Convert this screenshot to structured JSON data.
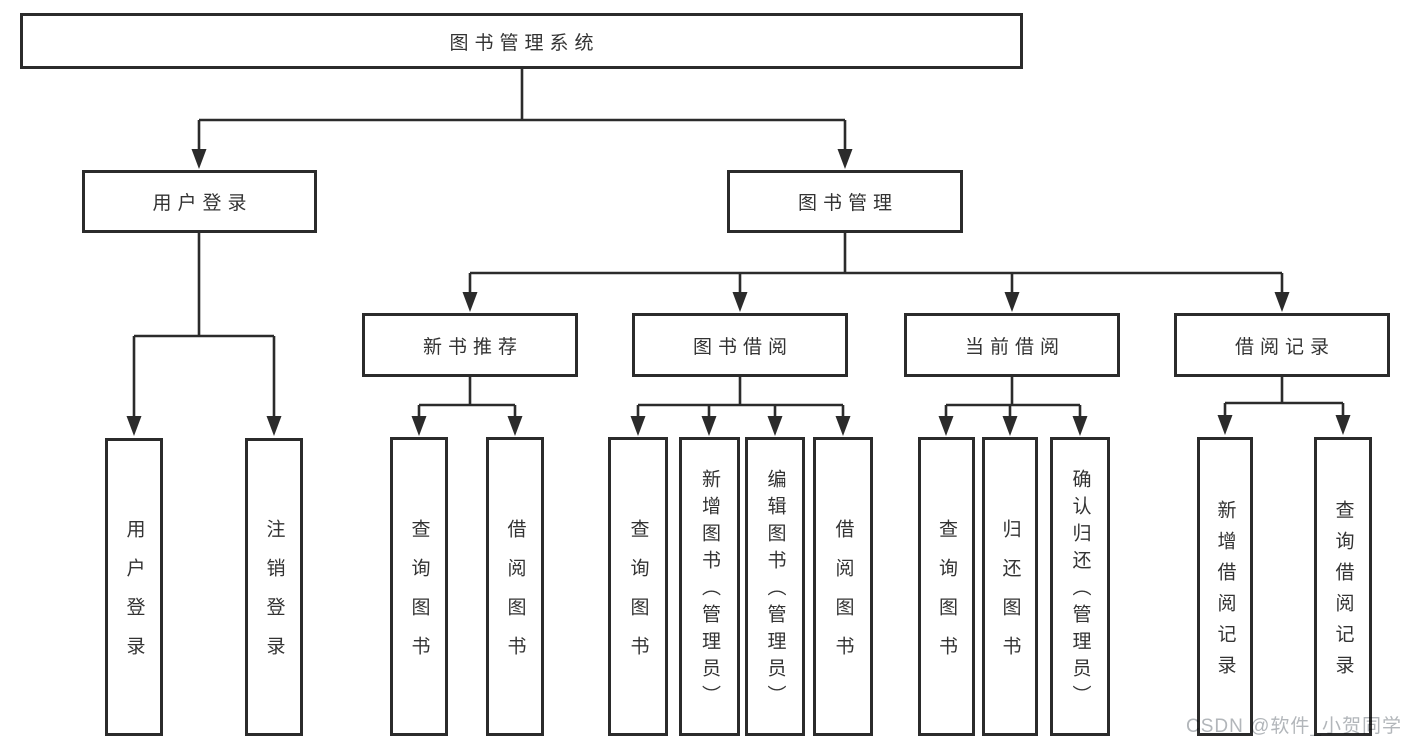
{
  "diagram": {
    "title": "图书管理系统",
    "colors": {
      "line": "#2b2b2b",
      "box_border": "#2b2b2b",
      "box_fill": "#ffffff",
      "text": "#333333",
      "watermark": "#b2b6ba",
      "background": "#ffffff"
    },
    "nodes": {
      "root": "图书管理系统",
      "user_login": "用户登录",
      "book_management": "图书管理",
      "new_book_recommend": "新书推荐",
      "book_borrow": "图书借阅",
      "current_borrow": "当前借阅",
      "borrow_records": "借阅记录",
      "leaves": {
        "login": [
          "用户登录",
          "注销登录"
        ],
        "recommend": [
          "查询图书",
          "借阅图书"
        ],
        "borrow": [
          "查询图书",
          "新增图书（管理员）",
          "编辑图书（管理员）",
          "借阅图书"
        ],
        "current": [
          "查询图书",
          "归还图书",
          "确认归还（管理员）"
        ],
        "records": [
          "新增借阅记录",
          "查询借阅记录"
        ]
      }
    },
    "watermark": "CSDN @软件_小贺同学"
  }
}
